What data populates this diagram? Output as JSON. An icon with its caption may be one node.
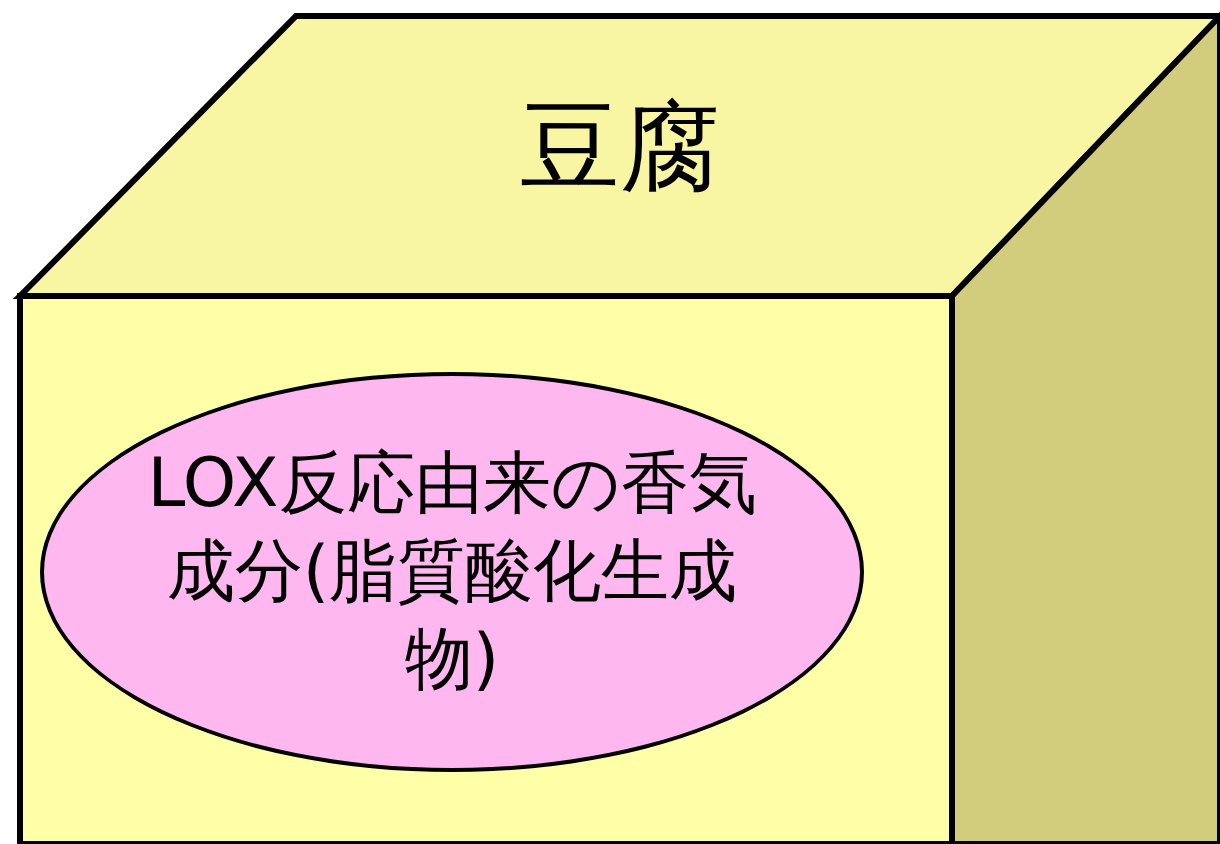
{
  "diagram": {
    "nodes": [
      {
        "text": [
          "豆腐"
        ]
      },
      {
        "text": [
          "LOX反応由来の香気成分(脂質酸化生成物)"
        ],
        "in": 0
      }
    ]
  }
}
